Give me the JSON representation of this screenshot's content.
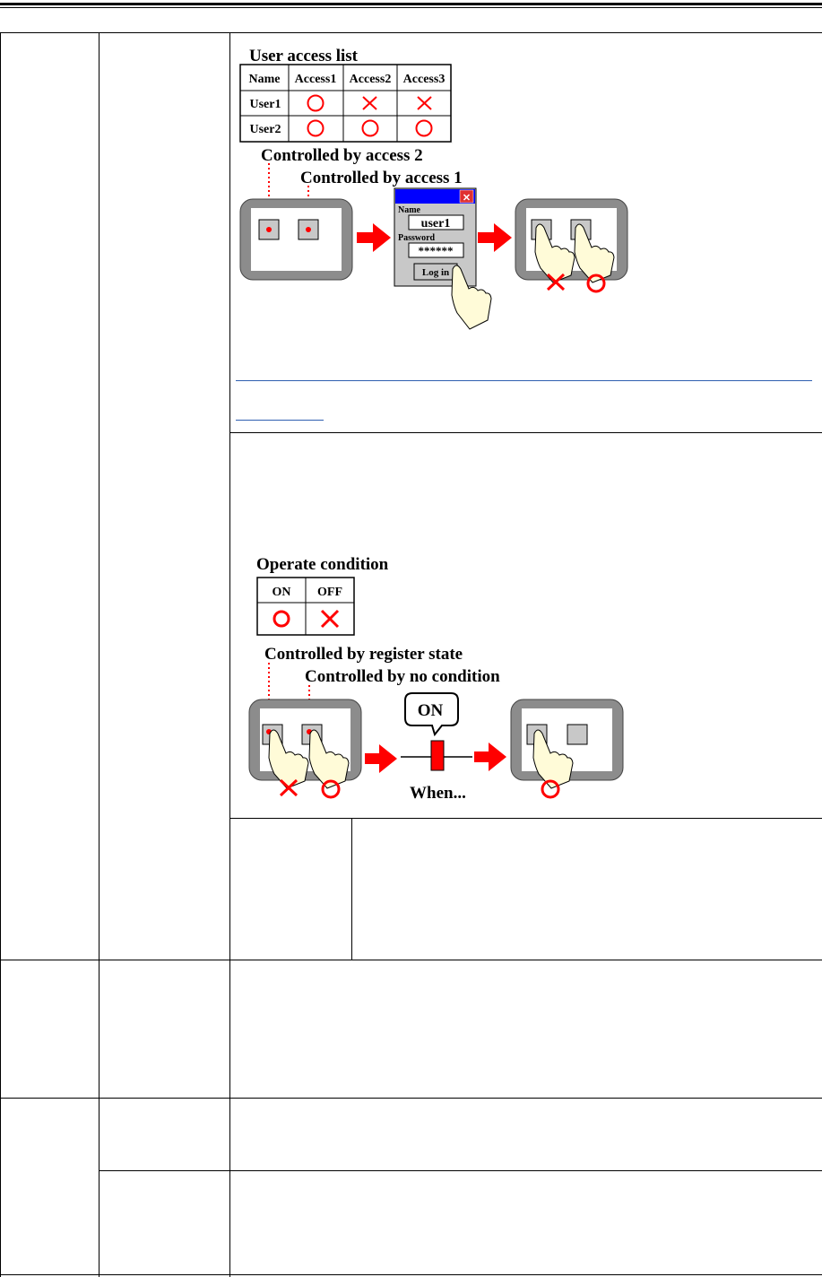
{
  "figure1": {
    "title": "User access list",
    "table_headers": [
      "Name",
      "Access1",
      "Access2",
      "Access3"
    ],
    "rows": [
      {
        "name": "User1",
        "access": [
          "circle",
          "cross",
          "cross"
        ]
      },
      {
        "name": "User2",
        "access": [
          "circle",
          "circle",
          "circle"
        ]
      }
    ],
    "label_access2": "Controlled by access 2",
    "label_access1": "Controlled by access 1",
    "dialog": {
      "name_label": "Name",
      "name_value": "user1",
      "password_label": "Password",
      "password_value": "******",
      "login_button": "Log in"
    },
    "close_glyph": "✕"
  },
  "figure2": {
    "title": "Operate condition",
    "table_headers": [
      "ON",
      "OFF"
    ],
    "states": [
      "circle",
      "cross"
    ],
    "label_register": "Controlled by register state",
    "label_nocondition": "Controlled by no condition",
    "bubble_text": "ON",
    "when_text": "When..."
  },
  "colors": {
    "accent_red": "#ff0000",
    "dialog_title_blue": "#0000ff",
    "hand_fill": "#fffbd8",
    "panel_gray": "#8c8c8c",
    "link_blue": "#2f5fb0"
  }
}
